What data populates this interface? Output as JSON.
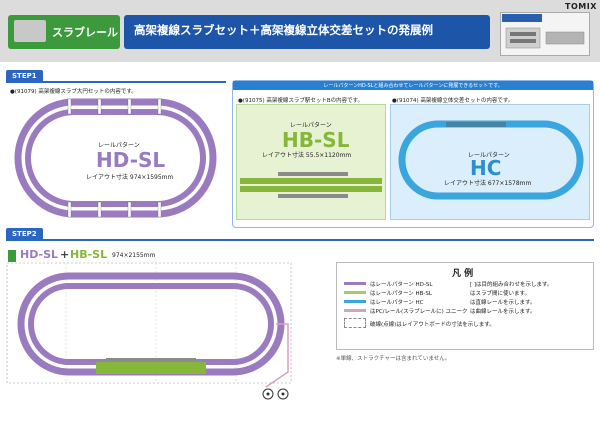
{
  "header": {
    "category": "スラブレール",
    "title": "高架複線スラブセット＋高架複線立体交差セットの発展例",
    "logo": "TOMIX"
  },
  "step1": {
    "tag": "STEP1",
    "left_caption": "●(91079) 高架複線スラブ大円セットの内容です。",
    "center_label": "レールパターン",
    "center_name": "HD-SL",
    "center_size": "レイアウト寸法 974×1595mm",
    "right_banner": "レールパターンHD-SLと組み合わせてレールパターンに発展できるセットです。",
    "hbsl_caption": "●(91075) 高架複線スラブ駅セットBの内容です。",
    "hbsl_label": "レールパターン",
    "hbsl_name": "HB-SL",
    "hbsl_size": "レイアウト寸法 55.5×1120mm",
    "hc_caption": "●(91074) 高架複線立体交差セットの内容です。",
    "hc_label": "レールパターン",
    "hc_name": "HC",
    "hc_size": "レイアウト寸法 677×1578mm"
  },
  "step2": {
    "tag": "STEP2",
    "heading_a": "HD-SL",
    "heading_plus": "+",
    "heading_b": "HB-SL",
    "size": "974×2155mm",
    "footnote": "※単線、ストラクチャーは含まれていません。"
  },
  "legend": {
    "title": "凡 例",
    "items": [
      {
        "label": "はレールパターン HD-SL",
        "color": "#9a7bc0"
      },
      {
        "label": "はレールパターン HB-SL",
        "color": "#a9c96a"
      },
      {
        "label": "はレールパターン HC",
        "color": "#3aa6dd"
      },
      {
        "label": "はPC/レール(スラブレールに) ユニーク ",
        "color": "#d8a0c0"
      }
    ],
    "right_items": [
      "[ ]は目的組み合わせを示します。",
      "はスラブ間に使います。",
      "は直線レールを示します。",
      "は曲線レールを示します。"
    ],
    "note": "破線(点線)はレイアウトボードの寸法を示します。"
  }
}
